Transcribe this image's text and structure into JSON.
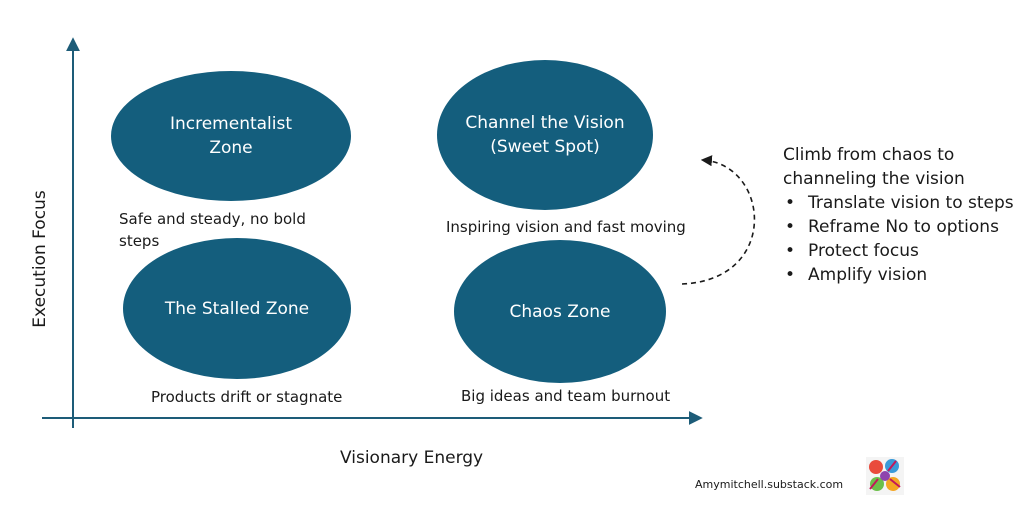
{
  "axes": {
    "y_label": "Execution Focus",
    "x_label": "Visionary Energy"
  },
  "zones": {
    "incrementalist": {
      "label": "Incrementalist Zone",
      "caption": "Safe and steady, no bold steps"
    },
    "sweet_spot": {
      "label": "Channel the Vision (Sweet Spot)",
      "caption": "Inspiring vision and fast moving"
    },
    "stalled": {
      "label": "The Stalled Zone",
      "caption": "Products drift or stagnate"
    },
    "chaos": {
      "label": "Chaos Zone",
      "caption": "Big ideas and team burnout"
    }
  },
  "tips": {
    "heading": "Climb from chaos to channeling the vision",
    "items": [
      "Translate vision to steps",
      "Reframe No to options",
      "Protect focus",
      "Amplify vision"
    ],
    "bullet": "•"
  },
  "credit": "Amymitchell.substack.com",
  "colors": {
    "zone_fill": "#145e7d",
    "axis": "#1d5c78",
    "text": "#1a1a1a"
  },
  "icons": {
    "logo": "hands-logo-icon",
    "arrow": "dashed-curved-arrow-icon"
  }
}
